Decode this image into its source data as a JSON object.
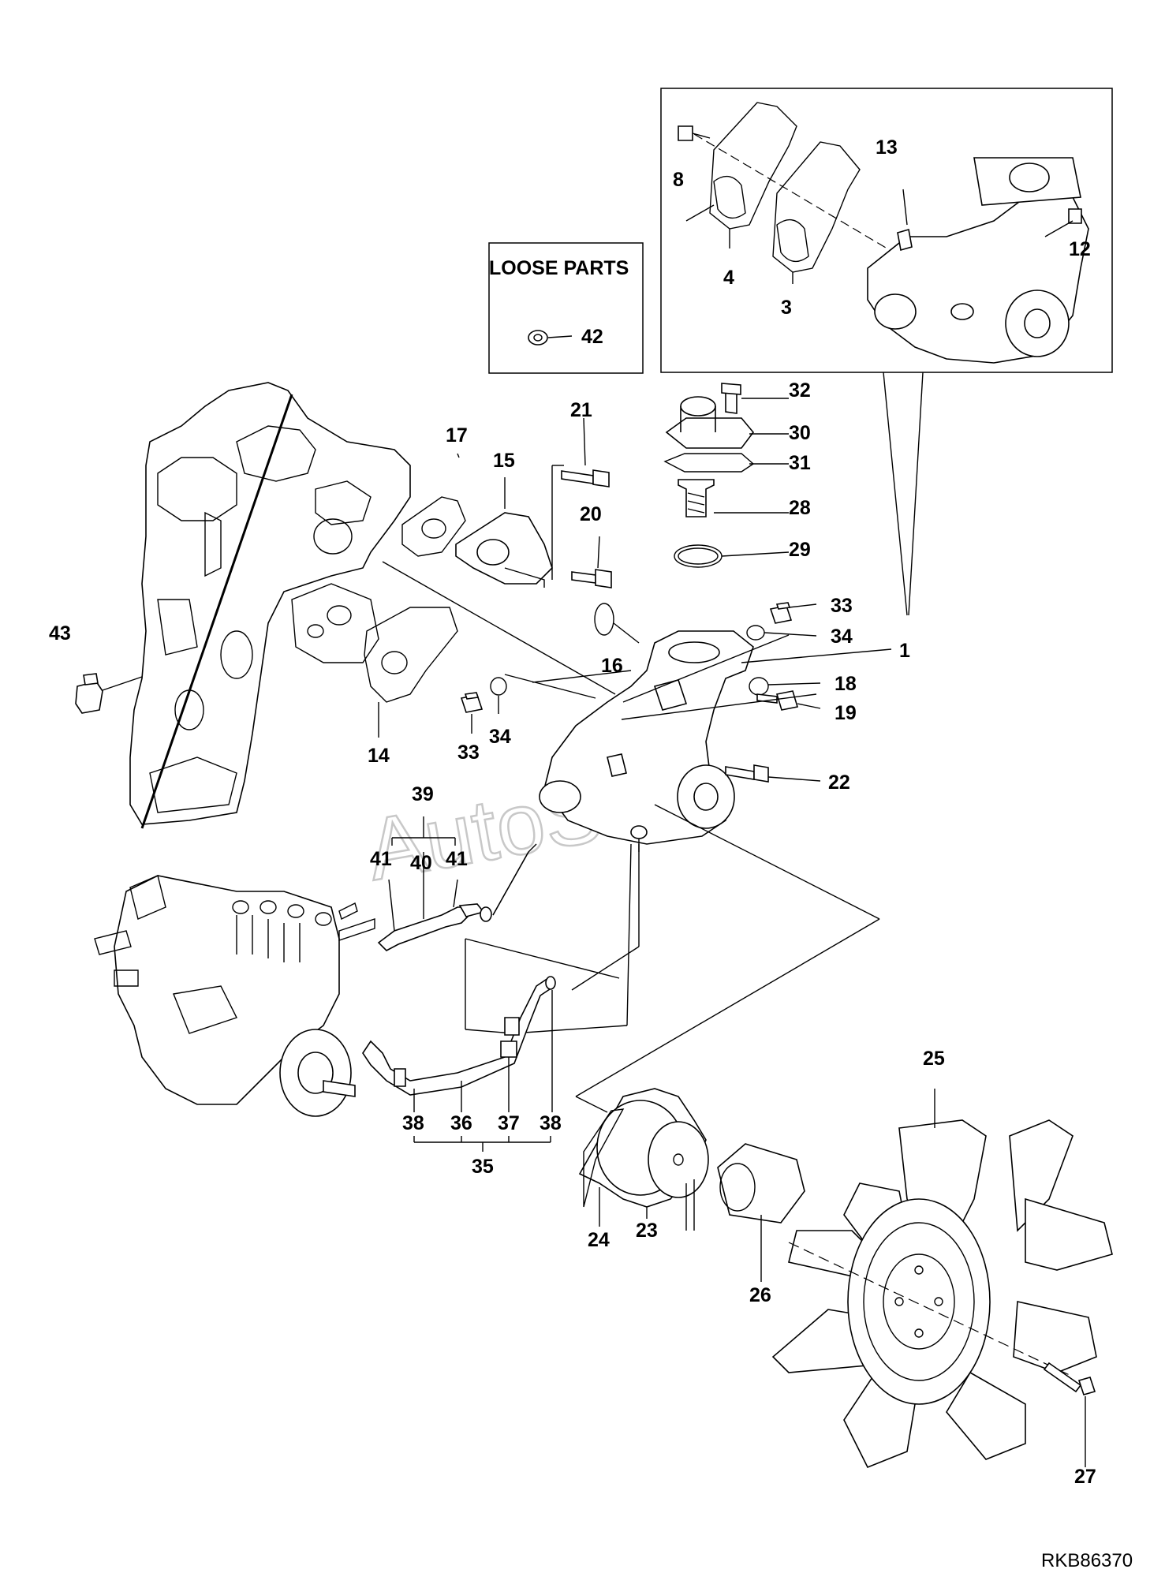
{
  "diagram": {
    "watermark": "AutoSoft",
    "loose_parts_title": "LOOSE PARTS",
    "reference_code": "RKB86370",
    "callouts": [
      {
        "id": "c8",
        "text": "8"
      },
      {
        "id": "c13",
        "text": "13"
      },
      {
        "id": "c12",
        "text": "12"
      },
      {
        "id": "c4",
        "text": "4"
      },
      {
        "id": "c3",
        "text": "3"
      },
      {
        "id": "c42",
        "text": "42"
      },
      {
        "id": "c32",
        "text": "32"
      },
      {
        "id": "c21",
        "text": "21"
      },
      {
        "id": "c17",
        "text": "17"
      },
      {
        "id": "c15",
        "text": "15"
      },
      {
        "id": "c30",
        "text": "30"
      },
      {
        "id": "c31",
        "text": "31"
      },
      {
        "id": "c28",
        "text": "28"
      },
      {
        "id": "c20",
        "text": "20"
      },
      {
        "id": "c29",
        "text": "29"
      },
      {
        "id": "c33a",
        "text": "33"
      },
      {
        "id": "c34a",
        "text": "34"
      },
      {
        "id": "c43",
        "text": "43"
      },
      {
        "id": "c16",
        "text": "16"
      },
      {
        "id": "c1",
        "text": "1"
      },
      {
        "id": "c18",
        "text": "18"
      },
      {
        "id": "c19",
        "text": "19"
      },
      {
        "id": "c34b",
        "text": "34"
      },
      {
        "id": "c33b",
        "text": "33"
      },
      {
        "id": "c14",
        "text": "14"
      },
      {
        "id": "c22",
        "text": "22"
      },
      {
        "id": "c39",
        "text": "39"
      },
      {
        "id": "c41a",
        "text": "41"
      },
      {
        "id": "c40",
        "text": "40"
      },
      {
        "id": "c41b",
        "text": "41"
      },
      {
        "id": "c25",
        "text": "25"
      },
      {
        "id": "c38a",
        "text": "38"
      },
      {
        "id": "c36",
        "text": "36"
      },
      {
        "id": "c37",
        "text": "37"
      },
      {
        "id": "c38b",
        "text": "38"
      },
      {
        "id": "c35",
        "text": "35"
      },
      {
        "id": "c23",
        "text": "23"
      },
      {
        "id": "c24",
        "text": "24"
      },
      {
        "id": "c26",
        "text": "26"
      },
      {
        "id": "c27",
        "text": "27"
      }
    ]
  }
}
